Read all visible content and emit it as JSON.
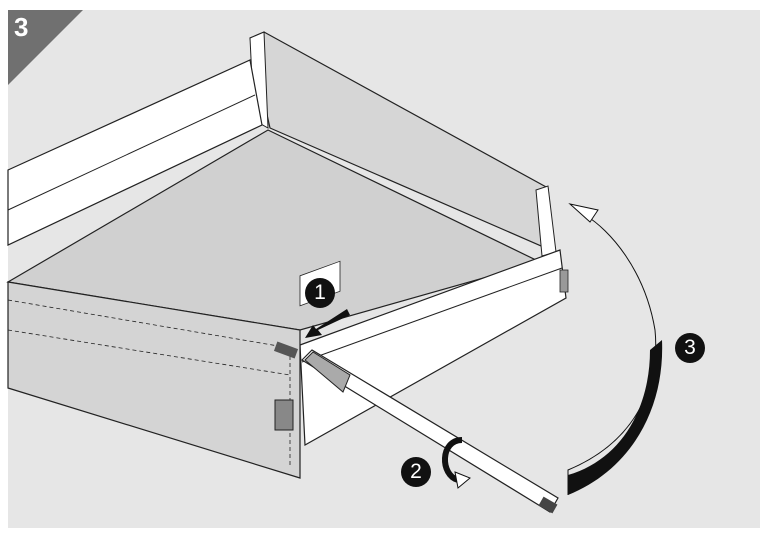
{
  "step_number": "3",
  "callouts": [
    "1",
    "2",
    "3"
  ],
  "colors": {
    "background": "#e6e6e6",
    "corner": "#707070",
    "panel": "#d6d6d6",
    "callout": "#111111"
  }
}
